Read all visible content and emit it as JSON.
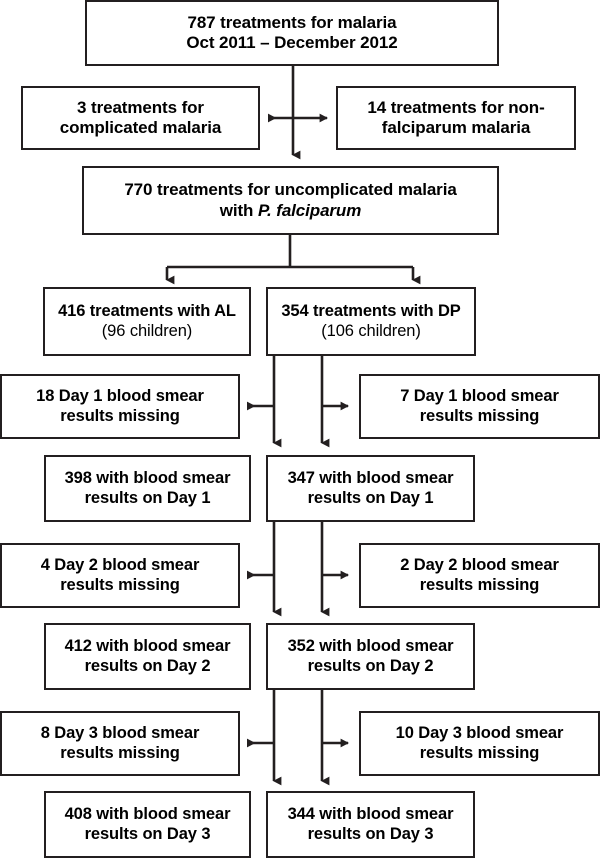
{
  "diagram": {
    "type": "flowchart",
    "title": "Malaria treatment study participant flow",
    "line_color": "#231f20",
    "box_fill": "#ffffff",
    "nodes": [
      {
        "id": "total-treatments",
        "lines": [
          "787 treatments for malaria",
          "Oct 2011 – December 2012"
        ],
        "value": 787
      },
      {
        "id": "complicated-malaria",
        "lines": [
          "3 treatments for",
          "complicated malaria"
        ],
        "value": 3
      },
      {
        "id": "non-falciparum-malaria",
        "lines": [
          "14 treatments for non-",
          "falciparum malaria"
        ],
        "value": 14
      },
      {
        "id": "uncomplicated-falciparum",
        "line1": "770 treatments for uncomplicated malaria",
        "line2_pre": "with ",
        "line2_italic": "P. falciparum",
        "value": 770
      },
      {
        "id": "al-arm",
        "line1": "416 treatments with AL",
        "line2": "(96 children)",
        "value": 416,
        "children": 96
      },
      {
        "id": "dp-arm",
        "line1": "354 treatments with DP",
        "line2": "(106 children)",
        "value": 354,
        "children": 106
      },
      {
        "id": "al-day1-missing",
        "lines": [
          "18 Day 1 blood smear",
          "results missing"
        ],
        "value": 18
      },
      {
        "id": "dp-day1-missing",
        "lines": [
          "7 Day 1 blood smear",
          "results missing"
        ],
        "value": 7
      },
      {
        "id": "al-day1-results",
        "lines": [
          "398 with blood smear",
          "results on Day 1"
        ],
        "value": 398
      },
      {
        "id": "dp-day1-results",
        "lines": [
          "347 with blood smear",
          "results on Day 1"
        ],
        "value": 347
      },
      {
        "id": "al-day2-missing",
        "lines": [
          "4 Day 2 blood smear",
          "results missing"
        ],
        "value": 4
      },
      {
        "id": "dp-day2-missing",
        "lines": [
          "2 Day 2 blood smear",
          "results missing"
        ],
        "value": 2
      },
      {
        "id": "al-day2-results",
        "lines": [
          "412 with blood smear",
          "results on Day 2"
        ],
        "value": 412
      },
      {
        "id": "dp-day2-results",
        "lines": [
          "352 with blood smear",
          "results on Day 2"
        ],
        "value": 352
      },
      {
        "id": "al-day3-missing",
        "lines": [
          "8 Day 3 blood smear",
          "results missing"
        ],
        "value": 8
      },
      {
        "id": "dp-day3-missing",
        "lines": [
          "10 Day 3 blood smear",
          "results missing"
        ],
        "value": 10
      },
      {
        "id": "al-day3-results",
        "lines": [
          "408 with blood smear",
          "results on Day 3"
        ],
        "value": 408
      },
      {
        "id": "dp-day3-results",
        "lines": [
          "344 with blood smear",
          "results on Day 3"
        ],
        "value": 344
      }
    ]
  },
  "boxes": {
    "total": {
      "l0": "787 treatments for malaria",
      "l1": "Oct 2011 – December 2012"
    },
    "complicated": {
      "l0": "3 treatments for",
      "l1": "complicated malaria"
    },
    "nonfalciparum": {
      "l0": "14 treatments for non-",
      "l1": "falciparum malaria"
    },
    "uncomplicated": {
      "l0": "770 treatments for uncomplicated malaria",
      "l1pre": "with ",
      "l1ital": "P. falciparum"
    },
    "al": {
      "l0": "416 treatments with AL",
      "l1": "(96 children)"
    },
    "dp": {
      "l0": "354 treatments with DP",
      "l1": "(106 children)"
    },
    "al_d1_miss": {
      "l0": "18 Day 1 blood smear",
      "l1": "results missing"
    },
    "dp_d1_miss": {
      "l0": "7 Day 1 blood smear",
      "l1": "results missing"
    },
    "al_d1_res": {
      "l0": "398 with blood smear",
      "l1": "results on Day 1"
    },
    "dp_d1_res": {
      "l0": "347 with blood smear",
      "l1": "results on Day 1"
    },
    "al_d2_miss": {
      "l0": "4 Day 2 blood smear",
      "l1": "results missing"
    },
    "dp_d2_miss": {
      "l0": "2 Day 2 blood smear",
      "l1": "results missing"
    },
    "al_d2_res": {
      "l0": "412 with blood smear",
      "l1": "results on Day 2"
    },
    "dp_d2_res": {
      "l0": "352 with blood smear",
      "l1": "results on Day 2"
    },
    "al_d3_miss": {
      "l0": "8 Day 3 blood smear",
      "l1": "results missing"
    },
    "dp_d3_miss": {
      "l0": "10 Day 3 blood smear",
      "l1": "results missing"
    },
    "al_d3_res": {
      "l0": "408 with blood smear",
      "l1": "results on Day 3"
    },
    "dp_d3_res": {
      "l0": "344 with blood smear",
      "l1": "results on Day 3"
    }
  }
}
